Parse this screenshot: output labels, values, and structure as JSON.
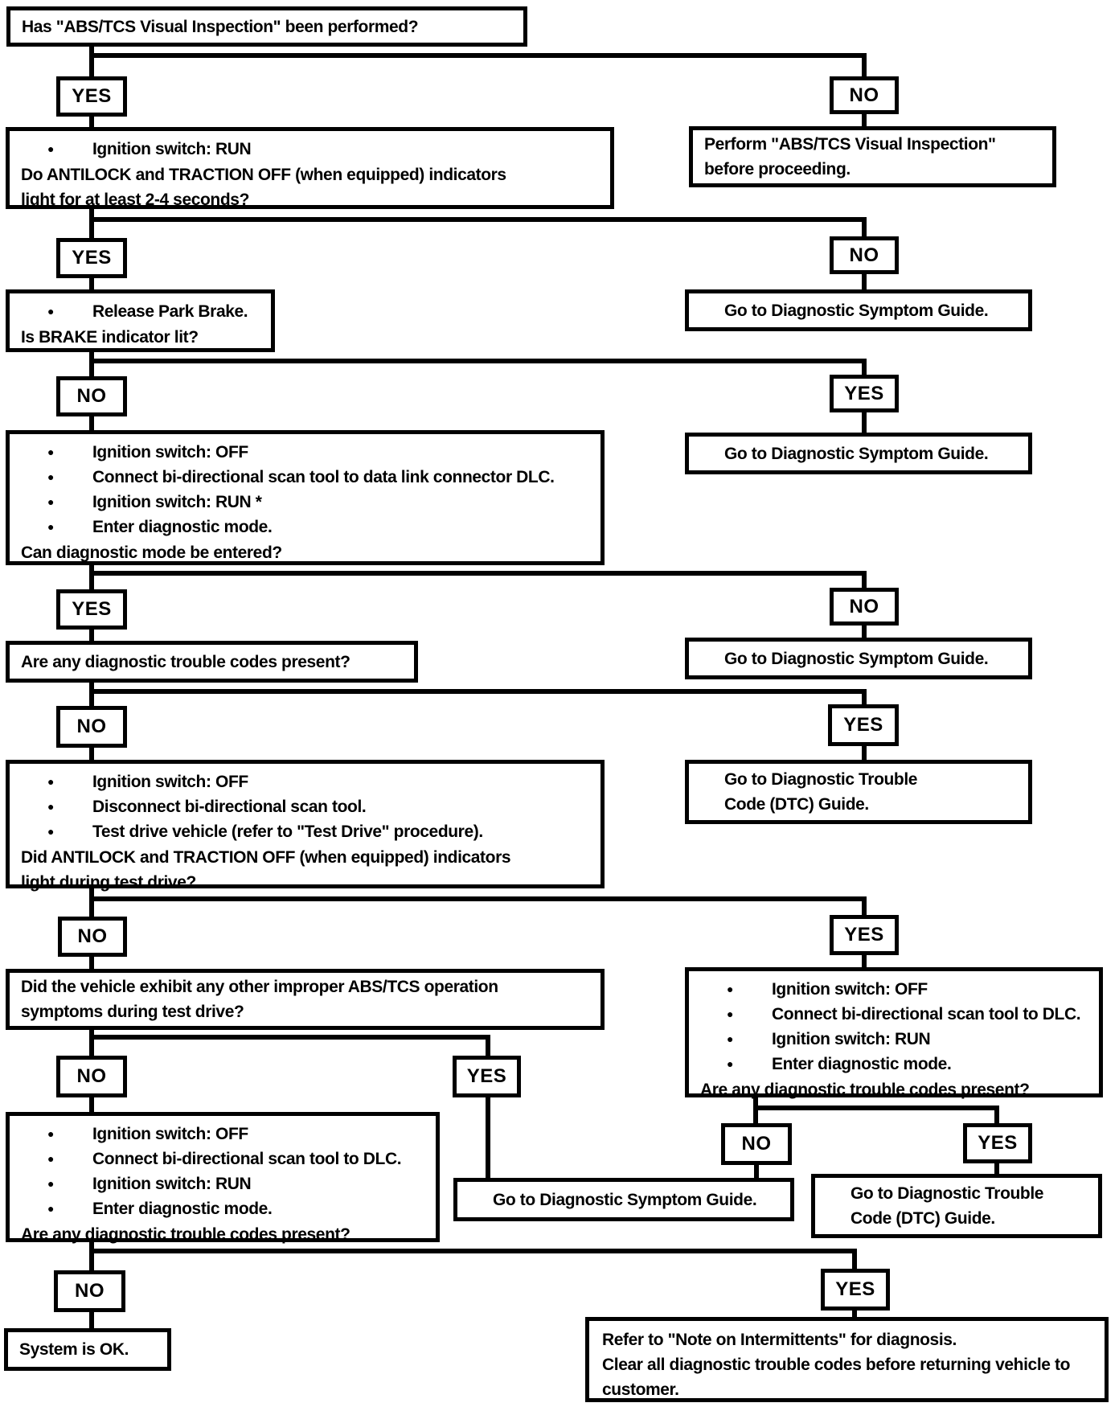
{
  "flowchart": {
    "labels": {
      "yes": "YES",
      "no": "NO"
    },
    "nodes": {
      "q_performed": {
        "text": "Has \"ABS/TCS Visual Inspection\" been performed?"
      },
      "step_run_indicators": {
        "bullets": [
          "Ignition switch: RUN"
        ],
        "question": "Do ANTILOCK and TRACTION OFF (when equipped) indicators light for at least 2-4 seconds?"
      },
      "perform_inspection": {
        "text": "Perform \"ABS/TCS Visual Inspection\" before proceeding."
      },
      "step_park_brake": {
        "bullets": [
          "Release Park Brake."
        ],
        "question": "Is BRAKE indicator lit?"
      },
      "goto_symptom_1": {
        "text": "Go to Diagnostic Symptom Guide."
      },
      "step_enter_diag": {
        "bullets": [
          "Ignition switch: OFF",
          "Connect bi-directional scan tool to data link connector DLC.",
          "Ignition switch: RUN *",
          "Enter diagnostic mode."
        ],
        "question": "Can diagnostic mode be entered?"
      },
      "goto_symptom_2": {
        "text": "Go to Diagnostic Symptom Guide."
      },
      "q_dtc_present": {
        "text": "Are any diagnostic trouble codes present?"
      },
      "goto_symptom_3": {
        "text": "Go to Diagnostic Symptom Guide."
      },
      "step_test_drive": {
        "bullets": [
          "Ignition switch: OFF",
          "Disconnect bi-directional scan tool.",
          "Test drive vehicle (refer to \"Test Drive\" procedure)."
        ],
        "question": "Did ANTILOCK and TRACTION OFF (when equipped) indicators light during test drive?"
      },
      "goto_dtc_1": {
        "text": "Go to Diagnostic Trouble Code (DTC) Guide."
      },
      "q_other_symptoms": {
        "text": "Did the vehicle exhibit any other improper ABS/TCS operation symptoms during test drive?"
      },
      "step_recheck_right": {
        "bullets": [
          "Ignition switch: OFF",
          "Connect bi-directional scan tool to DLC.",
          "Ignition switch: RUN",
          "Enter diagnostic mode."
        ],
        "question": "Are any diagnostic trouble codes present?"
      },
      "step_recheck_left": {
        "bullets": [
          "Ignition switch: OFF",
          "Connect bi-directional scan tool to DLC.",
          "Ignition switch: RUN",
          "Enter diagnostic mode."
        ],
        "question": "Are any diagnostic trouble codes present?"
      },
      "goto_symptom_4": {
        "text": "Go to Diagnostic Symptom Guide."
      },
      "goto_dtc_2": {
        "text": "Go to Diagnostic Trouble Code (DTC) Guide."
      },
      "system_ok": {
        "text": "System is OK."
      },
      "note_intermittents": {
        "line1": "Refer to \"Note on Intermittents\" for diagnosis.",
        "line2": "Clear all diagnostic trouble codes before returning vehicle to customer."
      }
    }
  }
}
